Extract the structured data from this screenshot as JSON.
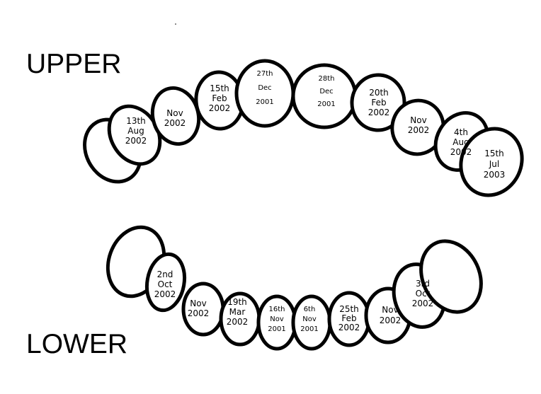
{
  "labels": {
    "upper": "UPPER",
    "lower": "LOWER"
  },
  "upper_teeth": [
    {
      "name": "upper-molar-right-2",
      "lines": []
    },
    {
      "name": "upper-molar-right-1",
      "lines": [
        "13th",
        "Aug",
        "2002"
      ]
    },
    {
      "name": "upper-premolar-right-2",
      "lines": [
        "Nov",
        "2002"
      ]
    },
    {
      "name": "upper-premolar-right-1",
      "lines": [
        "15th",
        "Feb",
        "2002"
      ]
    },
    {
      "name": "upper-canine-right",
      "lines": [
        "27th",
        "Dec",
        "2001"
      ]
    },
    {
      "name": "upper-incisor-right",
      "lines": [
        "28th",
        "Dec",
        "2001"
      ]
    },
    {
      "name": "upper-incisor-left",
      "lines": [
        "20th",
        "Feb",
        "2002"
      ]
    },
    {
      "name": "upper-canine-left",
      "lines": [
        "Nov",
        "2002"
      ]
    },
    {
      "name": "upper-premolar-left-1",
      "lines": [
        "4th",
        "Aug",
        "2002"
      ]
    },
    {
      "name": "upper-premolar-left-2",
      "lines": [
        "15th",
        "Jul",
        "2003"
      ]
    }
  ],
  "lower_teeth": [
    {
      "name": "lower-molar-right-2",
      "lines": []
    },
    {
      "name": "lower-molar-right-1",
      "lines": [
        "2nd",
        "Oct",
        "2002"
      ]
    },
    {
      "name": "lower-premolar-right-2",
      "lines": [
        "Nov",
        "2002"
      ]
    },
    {
      "name": "lower-premolar-right-1",
      "lines": [
        "19th",
        "Mar",
        "2002"
      ]
    },
    {
      "name": "lower-incisor-right-2",
      "lines": [
        "16th",
        "Nov",
        "2001"
      ]
    },
    {
      "name": "lower-incisor-right-1",
      "lines": [
        "6th",
        "Nov",
        "2001"
      ]
    },
    {
      "name": "lower-incisor-left-1",
      "lines": [
        "25th",
        "Feb",
        "2002"
      ]
    },
    {
      "name": "lower-incisor-left-2",
      "lines": [
        "Nov",
        "2002"
      ]
    },
    {
      "name": "lower-canine-left",
      "lines": [
        "3rd",
        "Oct",
        "2002"
      ]
    },
    {
      "name": "lower-molar-left-2",
      "lines": []
    }
  ]
}
